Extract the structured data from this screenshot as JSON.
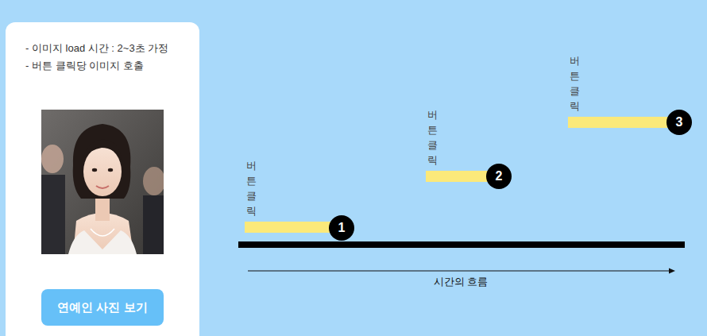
{
  "diagram": {
    "nodes": [
      {
        "text": [
          "- 이미지 load 시간 : 2~3초 가정",
          "- 버튼 클릭당 이미지 호출"
        ]
      },
      {
        "text": [
          "연예인 사진 보기"
        ],
        "in": 0
      },
      {
        "text": [
          "버튼 클릭"
        ]
      },
      {
        "text": [
          "1"
        ]
      },
      {
        "text": [
          "버튼 클릭"
        ]
      },
      {
        "text": [
          "2"
        ]
      },
      {
        "text": [
          "버튼 클릭"
        ]
      },
      {
        "text": [
          "3"
        ]
      }
    ],
    "labels": [
      "시간의 흐름"
    ]
  }
}
